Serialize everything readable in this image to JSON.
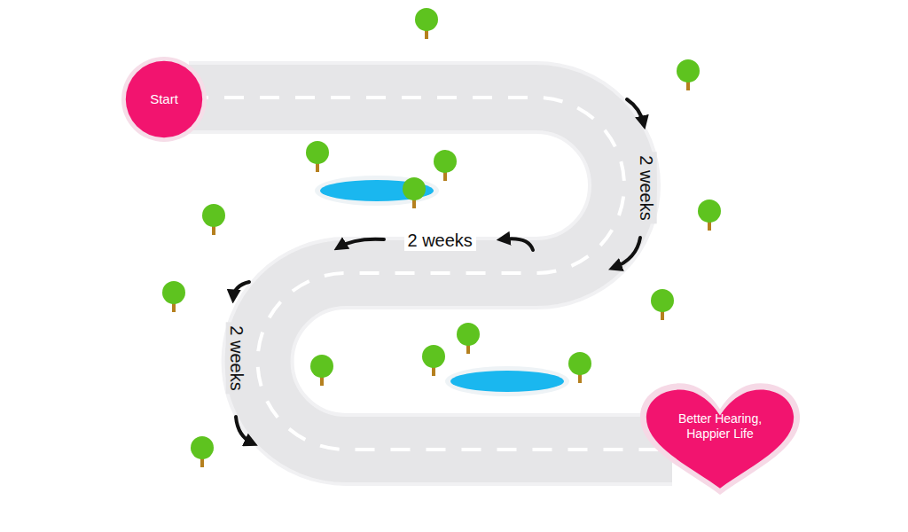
{
  "diagram": {
    "nodes": [
      {
        "text": [
          "Start"
        ]
      },
      {
        "text": [
          "Better Hearing, Happier Life"
        ]
      }
    ],
    "edges": [
      {
        "from": 0,
        "to": 1,
        "arrow": "none"
      }
    ],
    "labels": [
      "2 weeks",
      "2 weeks",
      "2 weeks"
    ]
  }
}
